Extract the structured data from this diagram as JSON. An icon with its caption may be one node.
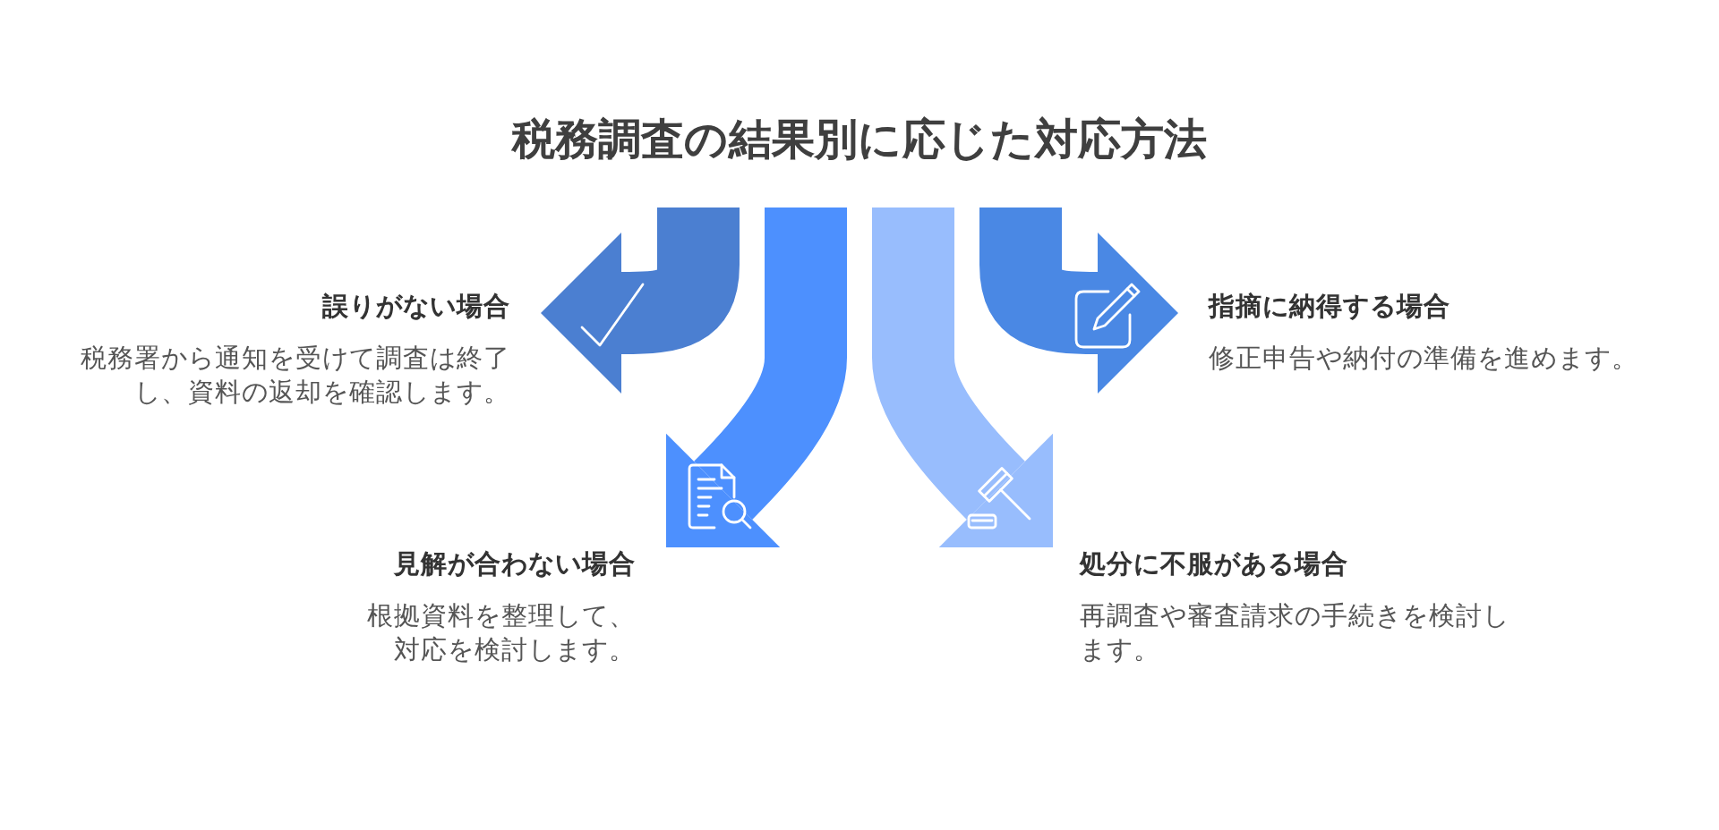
{
  "diagram": {
    "title": "税務調査の結果別に応じた対応方法",
    "nodes": [
      {
        "text": [
          "誤りがない場合",
          "税務署から通知を受けて調査は終了し、資料の返却を確認します。"
        ]
      },
      {
        "text": [
          "指摘に納得する場合",
          "修正申告や納付の準備を進めます。"
        ]
      },
      {
        "text": [
          "見解が合わない場合",
          "根拠資料を整理して、対応を検討します。"
        ]
      },
      {
        "text": [
          "処分に不服がある場合",
          "再調査や審査請求の手続きを検討します。"
        ]
      }
    ],
    "edges": [
      {
        "from": null,
        "to": 0,
        "arrow": "to",
        "color": "#4b7fd1"
      },
      {
        "from": null,
        "to": 1,
        "arrow": "to",
        "color": "#4a88e4"
      },
      {
        "from": null,
        "to": 2,
        "arrow": "to",
        "color": "#4d90fe"
      },
      {
        "from": null,
        "to": 3,
        "arrow": "to",
        "color": "#98bdfd"
      }
    ]
  }
}
